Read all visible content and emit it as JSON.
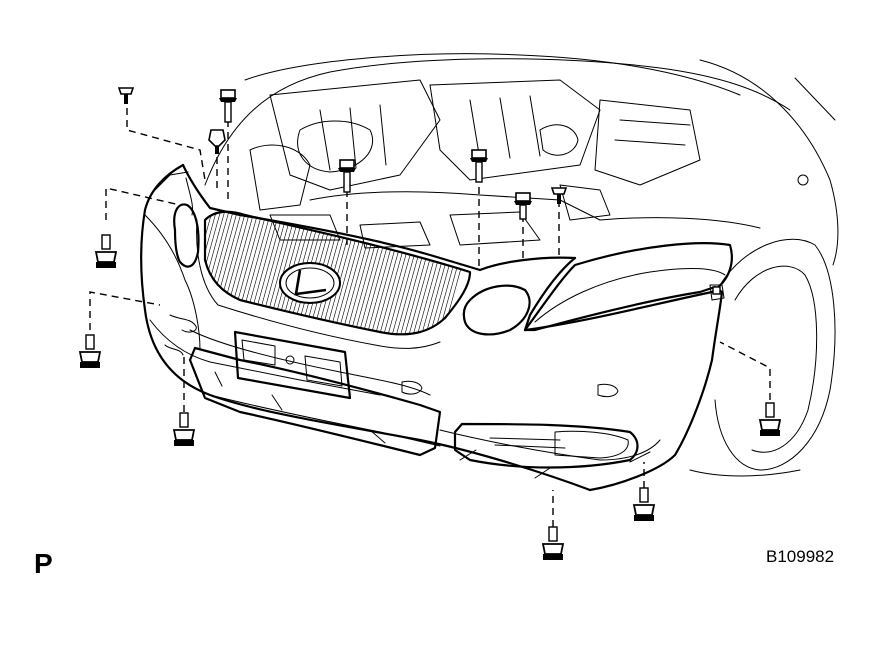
{
  "diagram": {
    "view_label": "P",
    "figure_id": "B109982",
    "fasteners": [
      {
        "kind": "screw"
      },
      {
        "kind": "bolt"
      },
      {
        "kind": "clip"
      },
      {
        "kind": "bolt"
      },
      {
        "kind": "bolt"
      },
      {
        "kind": "bolt"
      },
      {
        "kind": "clip"
      },
      {
        "kind": "screw"
      },
      {
        "kind": "bolt"
      },
      {
        "kind": "bolt"
      },
      {
        "kind": "bolt"
      },
      {
        "kind": "bolt"
      },
      {
        "kind": "bolt"
      },
      {
        "kind": "bolt"
      }
    ]
  },
  "colors": {
    "line": "#000000",
    "background": "#ffffff"
  }
}
